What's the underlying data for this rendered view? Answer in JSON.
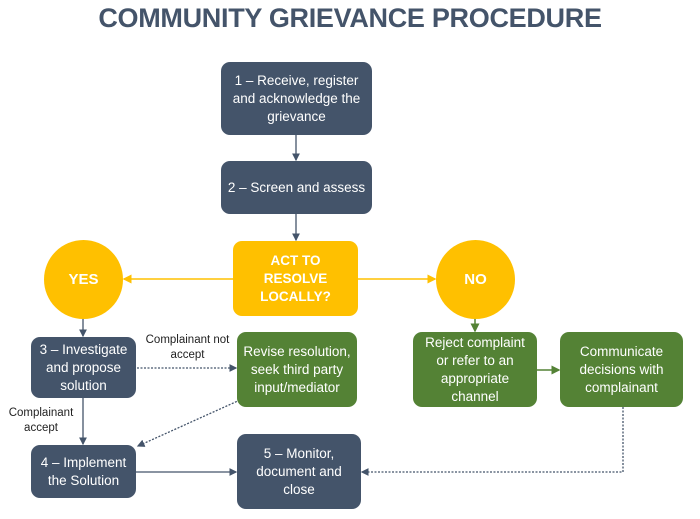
{
  "title": "COMMUNITY GRIEVANCE PROCEDURE",
  "colors": {
    "title": "#44546a",
    "step_box": "#44546a",
    "action_box": "#548235",
    "decision": "#ffc000",
    "connector": "#44546a"
  },
  "nodes": {
    "step1": "1 – Receive, register and acknowledge the grievance",
    "step2": "2 – Screen and assess",
    "decision": "ACT TO RESOLVE LOCALLY?",
    "yes": "YES",
    "no": "NO",
    "step3": "3 – Investigate and propose solution",
    "revise": "Revise resolution, seek third party input/mediator",
    "reject": "Reject complaint or refer to an appropriate channel",
    "communicate": "Communicate decisions with complainant",
    "step4": "4 – Implement the Solution",
    "step5": "5 – Monitor, document and close"
  },
  "edge_labels": {
    "not_accept": "Complainant not accept",
    "accept": "Complainant accept"
  }
}
